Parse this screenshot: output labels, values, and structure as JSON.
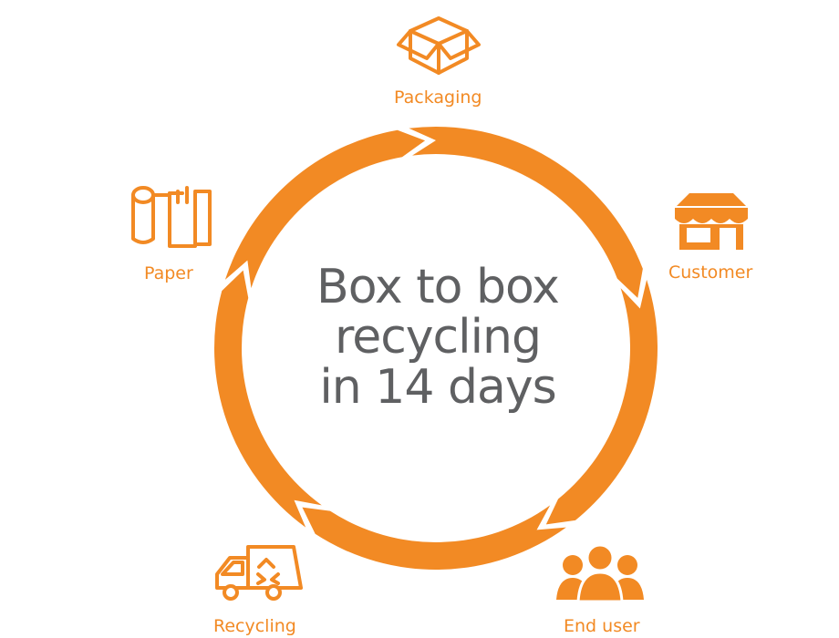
{
  "colors": {
    "accent": "#f28a24",
    "title_text": "#5f6062",
    "background": "#ffffff"
  },
  "center_title": {
    "line1": "Box to box",
    "line2": "recycling",
    "line3": "in 14 days"
  },
  "stages": [
    {
      "label": "Packaging",
      "icon": "open-box-icon"
    },
    {
      "label": "Customer",
      "icon": "storefront-icon"
    },
    {
      "label": "End user",
      "icon": "people-group-icon"
    },
    {
      "label": "Recycling",
      "icon": "recycling-truck-icon"
    },
    {
      "label": "Paper",
      "icon": "paper-rolls-icon"
    }
  ]
}
